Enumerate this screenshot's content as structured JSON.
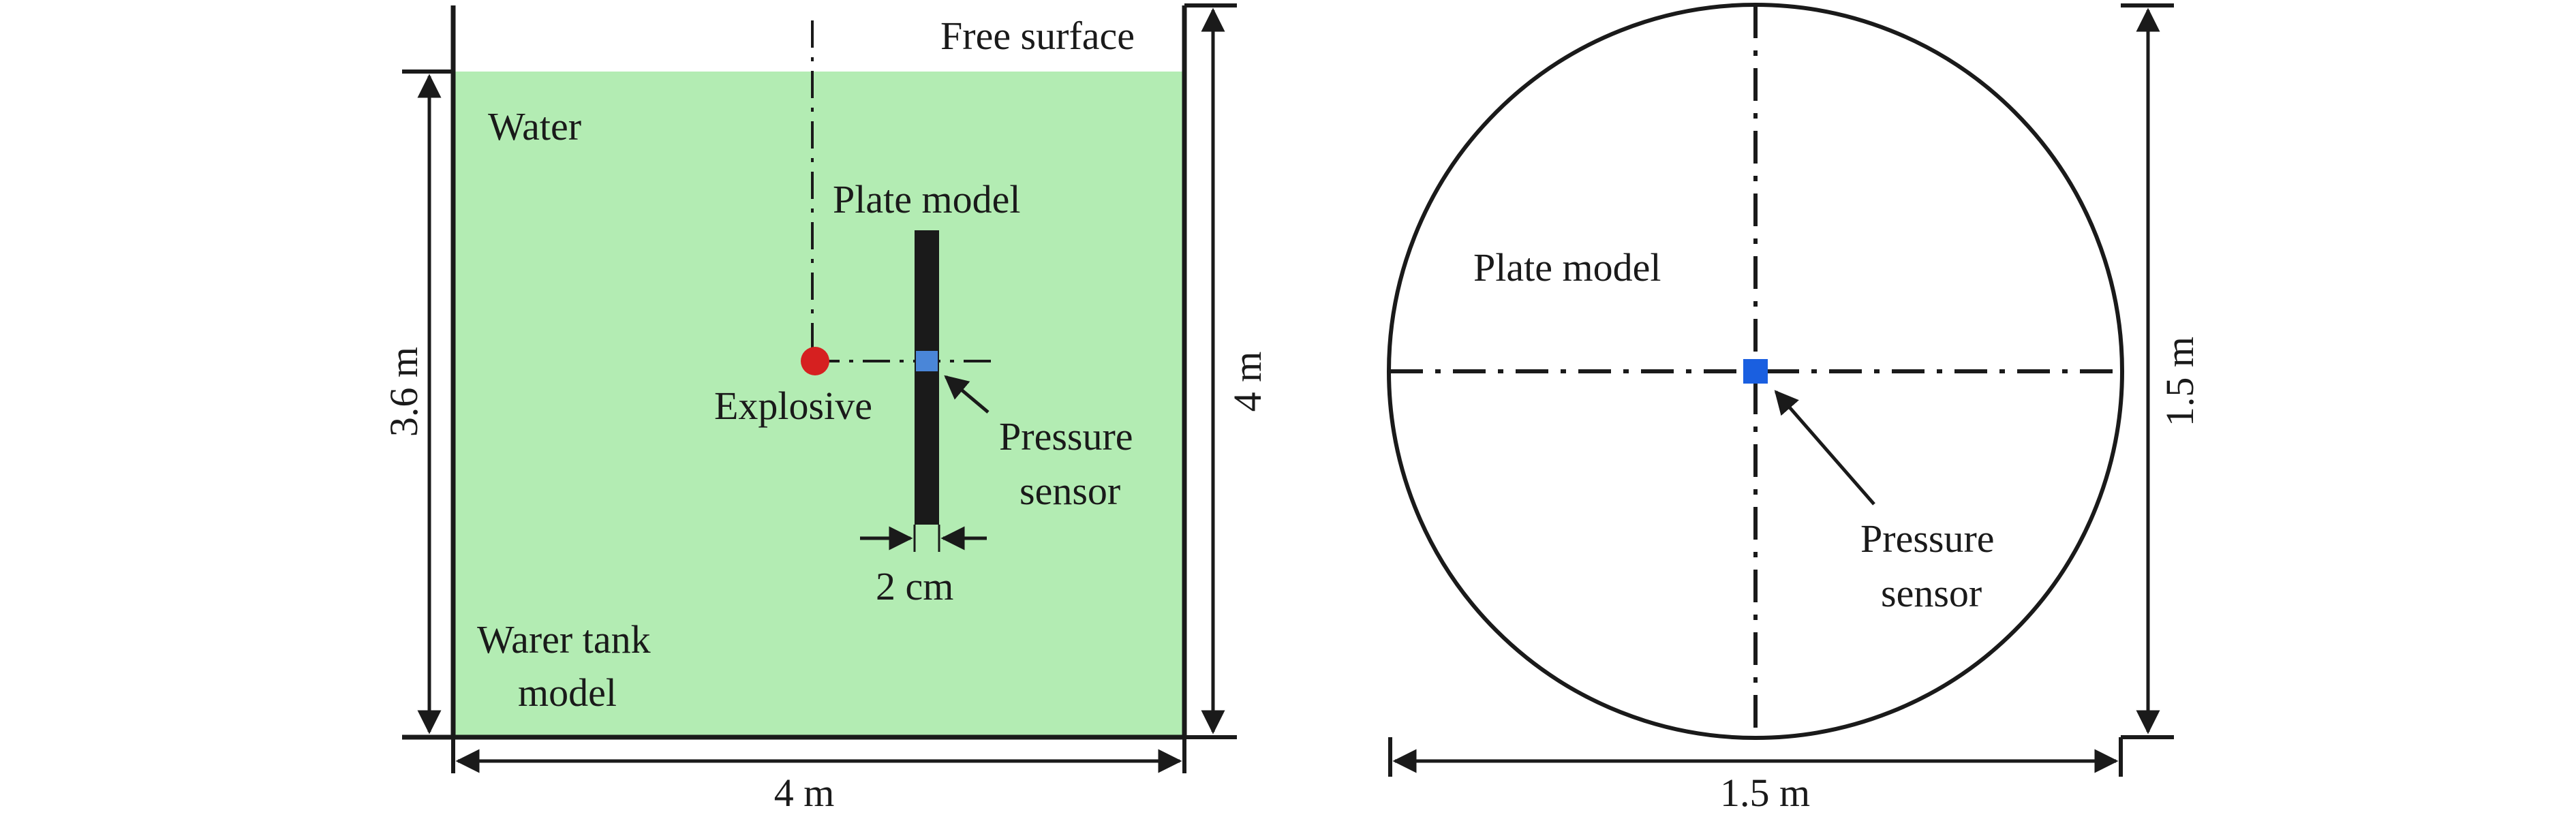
{
  "colors": {
    "water": "#b3ecb3",
    "plate": "#1a1a1a",
    "explosive": "#d62020",
    "sensor_left": "#4a86d8",
    "sensor_right": "#1a5fe0",
    "ink": "#1a1a1a"
  },
  "left_view": {
    "free_surface_label": "Free surface",
    "water_label": "Water",
    "plate_label": "Plate model",
    "explosive_label": "Explosive",
    "sensor_label_line1": "Pressure",
    "sensor_label_line2": "sensor",
    "gap_label": "2 cm",
    "tank_label_line1": "Warer tank",
    "tank_label_line2": "model",
    "water_depth_label": "3.6 m",
    "tank_height_label": "4 m",
    "tank_width_label": "4 m"
  },
  "right_view": {
    "plate_label": "Plate model",
    "sensor_label_line1": "Pressure",
    "sensor_label_line2": "sensor",
    "height_label": "1.5 m",
    "width_label": "1.5 m"
  }
}
